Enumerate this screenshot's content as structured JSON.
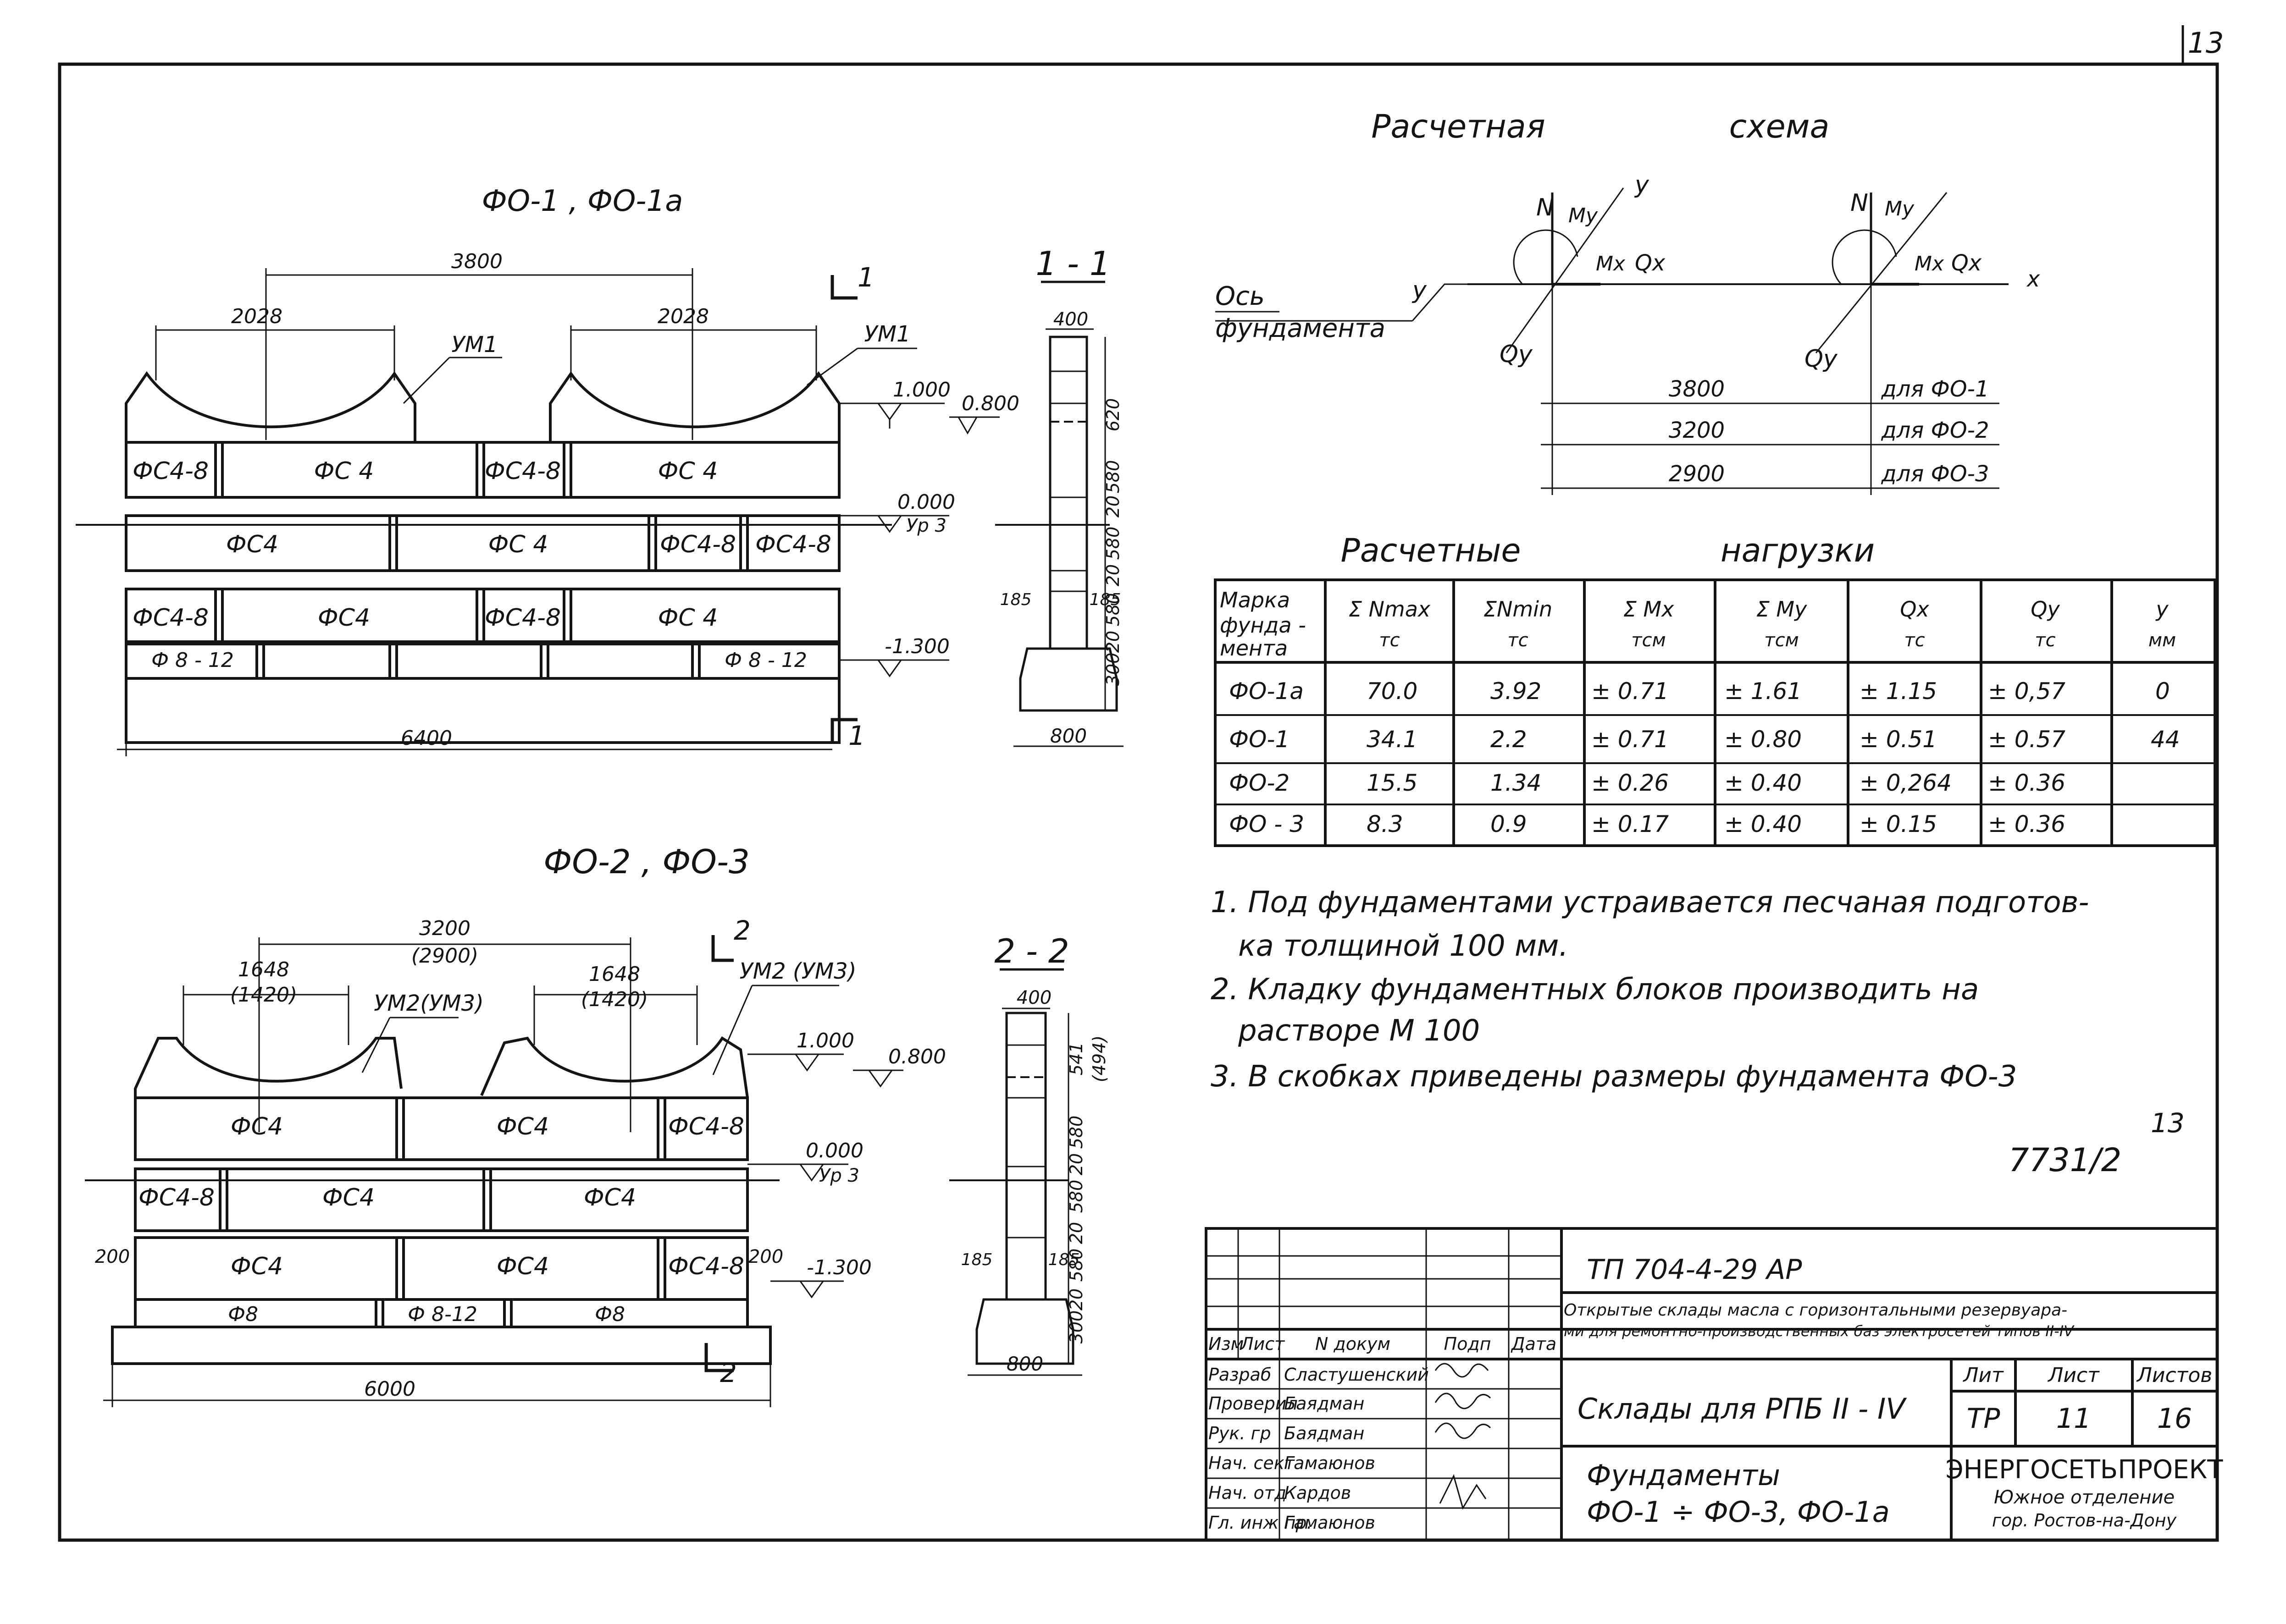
{
  "sheet": {
    "sheet_number": "13",
    "archive_number": "7731/2",
    "handwritten_page": "13"
  },
  "fo1": {
    "title": "ФО-1 , ФО-1а",
    "dim_total": "3800",
    "dim_saddle_left": "2028",
    "dim_saddle_right": "2028",
    "um_left": "УМ1",
    "um_right": "УМ1",
    "section_mark_top": "1",
    "section_mark_bottom": "1",
    "level_1000": "1.000",
    "level_0800": "0.800",
    "level_0000": "0.000",
    "level_ur3": "Ур 3",
    "level_m1300": "-1.300",
    "base_length": "6400",
    "rows": [
      [
        "ФС4-8",
        "ФС 4",
        "ФС4-8",
        "ФС 4"
      ],
      [
        "ФС4",
        "ФС 4",
        "ФС4-8",
        "ФС4-8"
      ],
      [
        "ФС4-8",
        "ФС4",
        "ФС4-8",
        "ФС 4"
      ],
      [
        "Ф 8 - 12",
        "Ф 8 - 12"
      ]
    ]
  },
  "sec11": {
    "title": "1 - 1",
    "top_width": "400",
    "h620": "620",
    "h580a": "580",
    "j20a": "20",
    "h580b": "580",
    "j20b": "20",
    "h580c": "580",
    "j20c": "20",
    "h300": "300",
    "offset_left": "185",
    "offset_right": "185",
    "base_width": "800"
  },
  "fo2": {
    "title": "ФО-2 , ФО-3",
    "dim_total": "3200",
    "dim_total_alt": "(2900)",
    "dim_saddle_left": "1648",
    "dim_saddle_left_alt": "(1420)",
    "dim_saddle_right": "1648",
    "dim_saddle_right_alt": "(1420)",
    "um_left": "УМ2(УМ3)",
    "um_right": "УМ2 (УМ3)",
    "section_mark_top": "2",
    "section_mark_bottom": "2",
    "level_1000": "1.000",
    "level_0800": "0.800",
    "level_0000": "0.000",
    "level_ur3": "Ур 3",
    "level_m1300": "-1.300",
    "offset_left": "200",
    "offset_right": "200",
    "base_length": "6000",
    "rows": [
      [
        "ФС4",
        "ФС4",
        "ФС4-8"
      ],
      [
        "ФС4-8",
        "ФС4",
        "ФС4"
      ],
      [
        "ФС4",
        "ФС4",
        "ФС4-8"
      ],
      [
        "Ф8",
        "Ф 8-12",
        "Ф8"
      ]
    ]
  },
  "sec22": {
    "title": "2 - 2",
    "top_width": "400",
    "h541": "541",
    "h494": "(494)",
    "h580a": "580",
    "j20a": "20",
    "h580b": "580",
    "j20b": "20",
    "h580c": "580",
    "j20c": "20",
    "h300": "300",
    "offset_left": "185",
    "offset_right": "185",
    "base_width": "800"
  },
  "scheme": {
    "title_word1": "Расчетная",
    "title_word2": "схема",
    "axis_label_1": "Ось",
    "axis_label_2": "фундамента",
    "axis_y": "у",
    "N": "N",
    "My": "Му",
    "Mx": "Мх",
    "Qx": "Qх",
    "Qy": "Qу",
    "Y": "у",
    "X": "х",
    "dims": [
      {
        "value": "3800",
        "note": "для ФО-1"
      },
      {
        "value": "3200",
        "note": "для ФО-2"
      },
      {
        "value": "2900",
        "note": "для ФО-3"
      }
    ]
  },
  "loads": {
    "title_word1": "Расчетные",
    "title_word2": "нагрузки",
    "headers": [
      [
        "Марка",
        "фунда -",
        "мента"
      ],
      [
        "Σ Nmax",
        "тс"
      ],
      [
        "ΣNmin",
        "тс"
      ],
      [
        "Σ Mx",
        "тсм"
      ],
      [
        "Σ My",
        "тсм"
      ],
      [
        "Qx",
        "тс"
      ],
      [
        "Qy",
        "тс"
      ],
      [
        "у",
        "мм"
      ]
    ],
    "rows": [
      [
        "ФО-1а",
        "70.0",
        "3.92",
        "± 0.71",
        "± 1.61",
        "± 1.15",
        "± 0,57",
        "0"
      ],
      [
        "ФО-1",
        "34.1",
        "2.2",
        "± 0.71",
        "± 0.80",
        "± 0.51",
        "± 0.57",
        "44"
      ],
      [
        "ФО-2",
        "15.5",
        "1.34",
        "± 0.26",
        "± 0.40",
        "± 0,264",
        "± 0.36",
        ""
      ],
      [
        "ФО - 3",
        "8.3",
        "0.9",
        "± 0.17",
        "± 0.40",
        "± 0.15",
        "± 0.36",
        ""
      ]
    ]
  },
  "notes": [
    "1. Под фундаментами устраивается песчаная подготов-",
    "ка толщиной 100 мм.",
    "2. Кладку фундаментных блоков производить на",
    "растворе М 100",
    "3. В скобках приведены размеры фундамента ФО-3"
  ],
  "stamp": {
    "code": "ТП 704-4-29 АР",
    "description_line1": "Открытые склады масла с горизонтальными резервуара-",
    "description_line2": "ми для ремонтно-производственных баз электросетей типов II-IV",
    "sheet_title": "Склады для РПБ II - IV",
    "drawing_title_line1": "Фундаменты",
    "drawing_title_line2": "ФО-1 ÷ ФО-3, ФО-1а",
    "headers": [
      "Изм",
      "Лист",
      "N докум",
      "Подп",
      "Дата"
    ],
    "people": [
      {
        "role": "Разраб",
        "name": "Сластушенский"
      },
      {
        "role": "Проверил",
        "name": "Баядман"
      },
      {
        "role": "Рук. гр",
        "name": "Баядман"
      },
      {
        "role": "Нач. сект",
        "name": "Гамаюнов"
      },
      {
        "role": "Нач. отд",
        "name": "Кардов"
      },
      {
        "role": "Гл. инж пр.",
        "name": "Гамаюнов"
      }
    ],
    "lit_label": "Лит",
    "sheet_label": "Лист",
    "sheets_label": "Листов",
    "lit_value": "ТР",
    "sheet_value": "11",
    "sheets_value": "16",
    "org_name": "ЭНЕРГОСЕТЬПРОЕКТ",
    "org_sub1": "Южное отделение",
    "org_sub2": "гор. Ростов-на-Дону"
  }
}
